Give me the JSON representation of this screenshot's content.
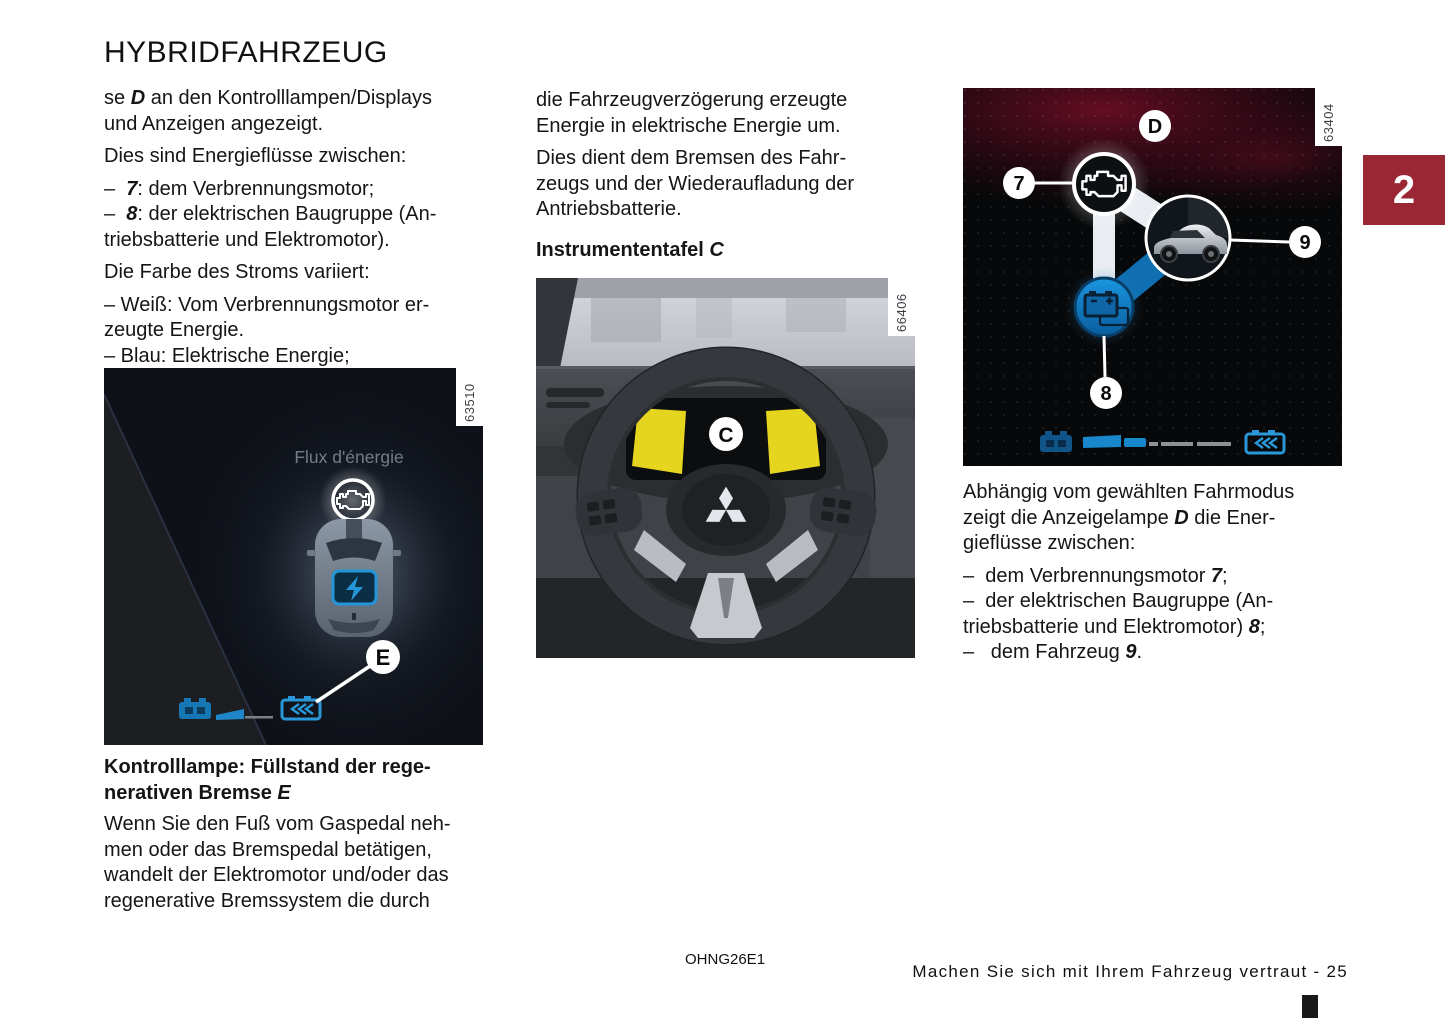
{
  "page": {
    "title": "HYBRIDFAHRZEUG",
    "section_tab": {
      "number": "2",
      "color": "#9a2733"
    },
    "footer": {
      "doc_code": "OHNG26E1",
      "chapter_page": "Machen Sie sich mit Ihrem Fahrzeug vertraut - 25"
    }
  },
  "colors": {
    "tab_red": "#9a2733",
    "accent_blue": "#2496d8",
    "highlight_yellow": "#e6d51e"
  },
  "left_column": {
    "p1": {
      "l1": "se *D* an den Kontrolllampen/Displays",
      "l2": "und Anzeigen angezeigt."
    },
    "p2": {
      "l1": "Dies sind Energieflüsse zwischen:"
    },
    "list1": {
      "l1": "–  *7*: dem Verbrennungsmotor;",
      "l2": "–  *8*: der elektrischen Baugruppe (An-",
      "l3": "triebsbatterie und Elektromotor)."
    },
    "p3": {
      "l1": "Die Farbe des Stroms variiert:"
    },
    "list2": {
      "l1": "– Weiß: Vom Verbrennungsmotor er-",
      "l2": "zeugte Energie.",
      "l3": "– Blau: Elektrische Energie;"
    },
    "figure": {
      "number": "63510",
      "screen_title": "Flux d'énergie",
      "callout_e": "E"
    },
    "caption": {
      "l1": "Kontrolllampe: Füllstand der rege-",
      "l2": "nerativen Bremse *E*"
    },
    "p4": {
      "l1": "Wenn Sie den Fuß vom Gaspedal neh-",
      "l2": "men oder das Bremspedal betätigen,",
      "l3": "wandelt der Elektromotor und/oder das",
      "l4": "regenerative Bremssystem die durch"
    }
  },
  "middle_column": {
    "p1": {
      "l1": "die Fahrzeugverzögerung erzeugte",
      "l2": "Energie in elektrische Energie um."
    },
    "p2": {
      "l1": "Dies dient dem Bremsen des Fahr-",
      "l2": "zeugs und der Wiederaufladung der",
      "l3": "Antriebsbatterie."
    },
    "heading": "Instrumententafel *C*",
    "figure": {
      "number": "66406",
      "callout_c": "C"
    }
  },
  "right_column": {
    "figure": {
      "number": "63404",
      "callout_d": "D",
      "callout_7": "7",
      "callout_8": "8",
      "callout_9": "9"
    },
    "p1": {
      "l1": "Abhängig vom gewählten Fahrmodus",
      "l2": "zeigt die Anzeigelampe *D* die Ener-",
      "l3": "gieflüsse zwischen:"
    },
    "list1": {
      "l1": "–  dem Verbrennungsmotor *7*;",
      "l2": "–  der elektrischen Baugruppe (An-",
      "l3": "triebsbatterie und Elektromotor) *8*;",
      "l4": "–   dem Fahrzeug *9*."
    }
  }
}
